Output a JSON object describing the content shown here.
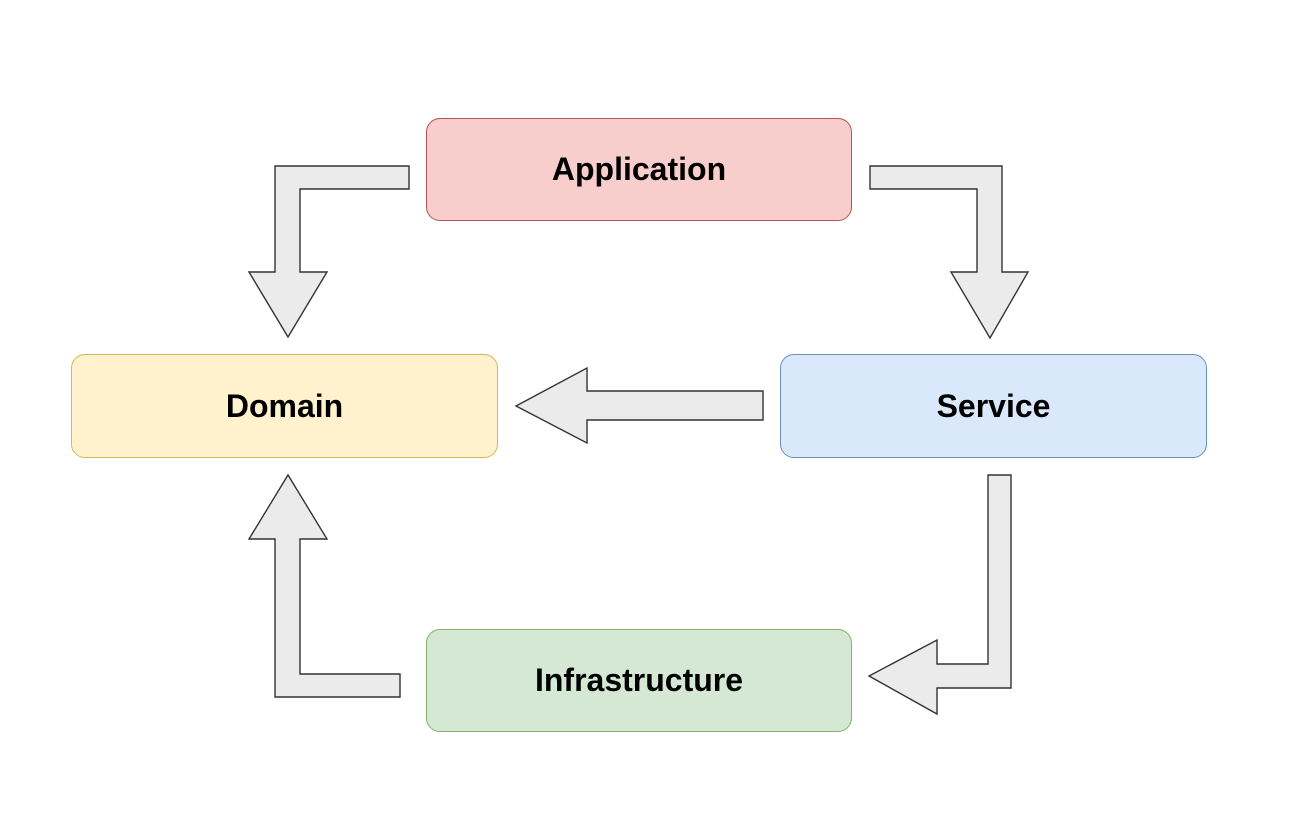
{
  "nodes": {
    "application": {
      "label": "Application",
      "fill": "#f8cecc",
      "stroke": "#b85450"
    },
    "domain": {
      "label": "Domain",
      "fill": "#fff2cc",
      "stroke": "#d6b656"
    },
    "service": {
      "label": "Service",
      "fill": "#dae8fc",
      "stroke": "#6c8ebf"
    },
    "infrastructure": {
      "label": "Infrastructure",
      "fill": "#d5e8d4",
      "stroke": "#82b366"
    }
  },
  "arrow_style": {
    "fill": "#ebebeb",
    "stroke": "#333333"
  },
  "edges": [
    {
      "from": "Application",
      "to": "Domain"
    },
    {
      "from": "Application",
      "to": "Service"
    },
    {
      "from": "Service",
      "to": "Domain"
    },
    {
      "from": "Service",
      "to": "Infrastructure"
    },
    {
      "from": "Infrastructure",
      "to": "Domain"
    }
  ]
}
